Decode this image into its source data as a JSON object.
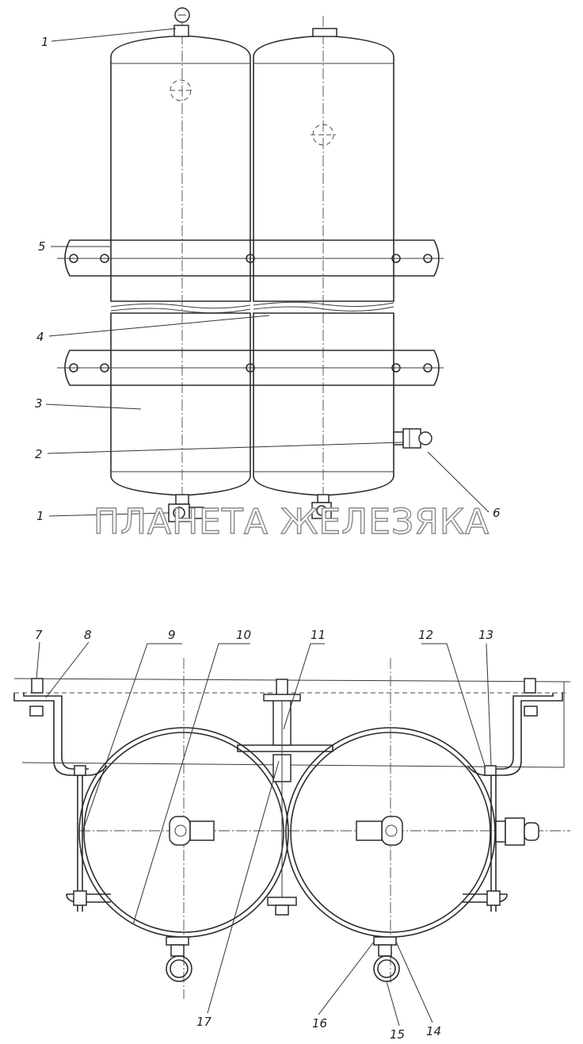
{
  "watermark": "ПЛАНЕТА ЖЕЛЕЗЯКА",
  "callouts": {
    "c1_top": "1",
    "c1_bottom": "1",
    "c2": "2",
    "c3": "3",
    "c4": "4",
    "c5": "5",
    "c6": "6",
    "c7": "7",
    "c8": "8",
    "c9": "9",
    "c10": "10",
    "c11": "11",
    "c12": "12",
    "c13": "13",
    "c14": "14",
    "c15": "15",
    "c16": "16",
    "c17": "17"
  }
}
